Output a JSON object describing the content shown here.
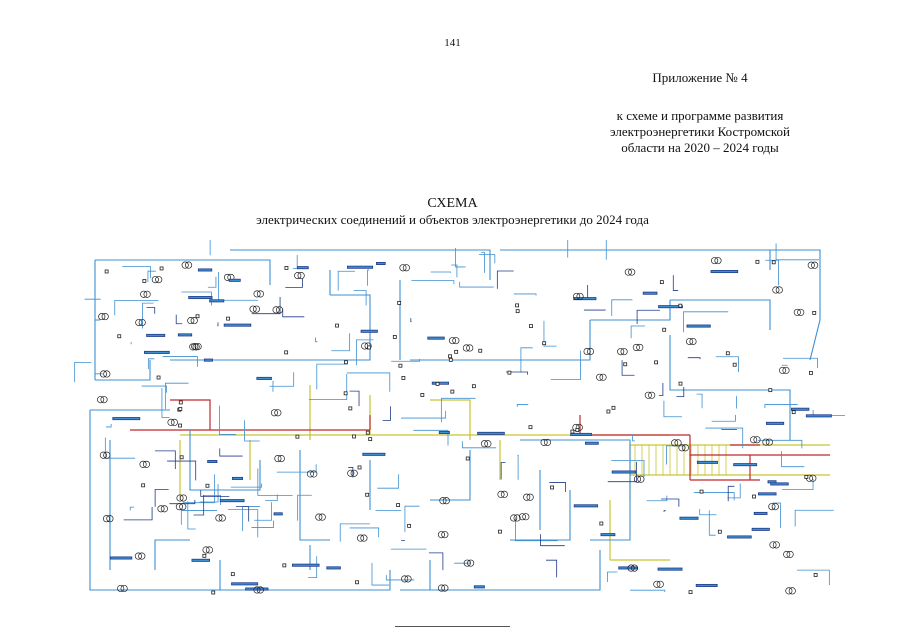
{
  "page": {
    "number": "141"
  },
  "appendix": {
    "title": "Приложение № 4",
    "caption_lines": [
      "к схеме и программе развития",
      "электроэнергетики Костромской",
      "области на 2020 – 2024 годы"
    ]
  },
  "scheme": {
    "title": "СХЕМА",
    "subtitle": "электрических соединений и объектов электроэнергетики до 2024 года"
  },
  "colors": {
    "lines_primary": "#3d8fd1",
    "lines_dark": "#1f3c8a",
    "lines_yellow": "#c9c430",
    "lines_red": "#c0282d",
    "symbols": "#222222"
  }
}
